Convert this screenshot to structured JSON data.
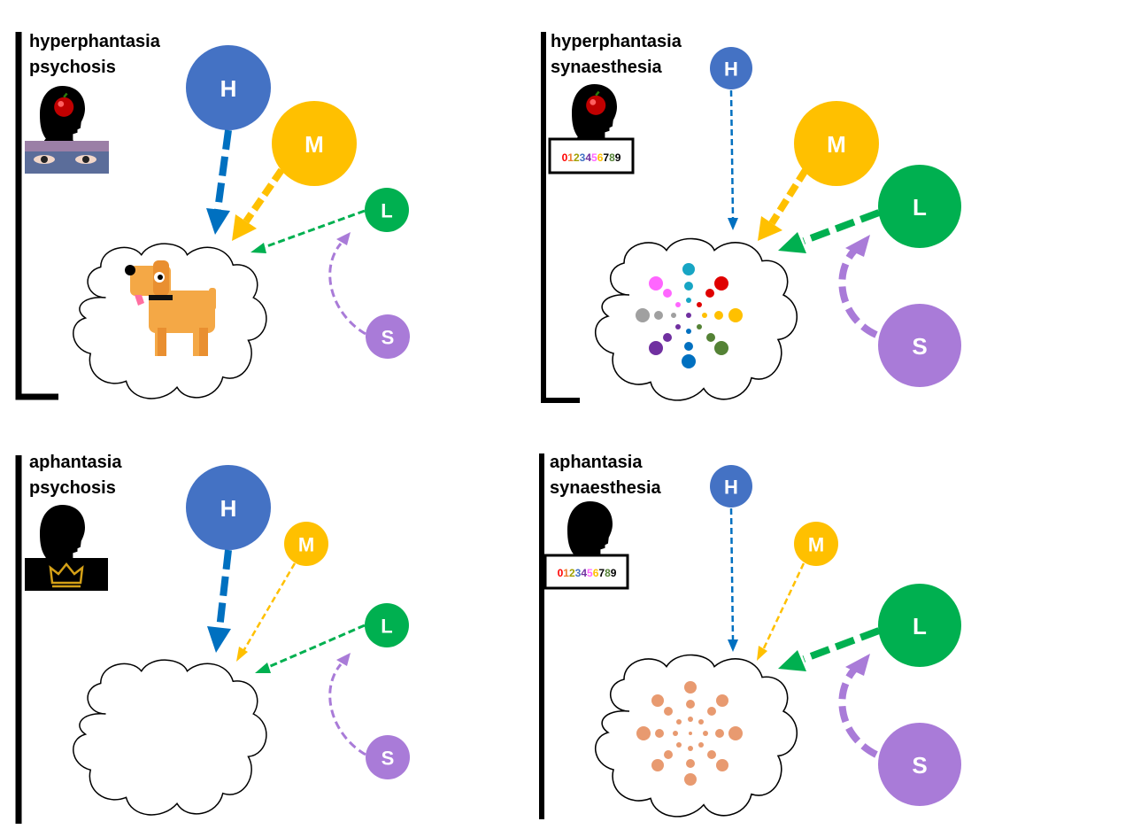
{
  "colors": {
    "H": "#4472c4",
    "M": "#ffc000",
    "L": "#00b050",
    "S": "#a97bd8",
    "arrow_H": "#0070c0",
    "arrow_M": "#ffc000",
    "arrow_L": "#00b050",
    "arrow_S": "#a97bd8",
    "dog": "#f4a846",
    "dot_orange": "#e89a70",
    "frame": "#000000"
  },
  "node_letters": {
    "H": "H",
    "M": "M",
    "L": "L",
    "S": "S"
  },
  "panels": [
    {
      "id": "hyper-psychosis",
      "title_line1": "hyperphantasia",
      "title_line2": "psychosis",
      "cloud_content": "dog",
      "badge": "eyes"
    },
    {
      "id": "hyper-synaesthesia",
      "title_line1": "hyperphantasia",
      "title_line2": "synaesthesia",
      "cloud_content": "colored-dots",
      "badge": "digits",
      "digits": "0123456789"
    },
    {
      "id": "aphantasia-psychosis",
      "title_line1": "aphantasia",
      "title_line2": "psychosis",
      "cloud_content": "empty",
      "badge": "crown"
    },
    {
      "id": "aphantasia-synaesthesia",
      "title_line1": "aphantasia",
      "title_line2": "synaesthesia",
      "cloud_content": "orange-dots",
      "badge": "digits",
      "digits": "0123456789"
    }
  ],
  "digit_colors": [
    "#ff0000",
    "#ed7d31",
    "#a0a000",
    "#4472c4",
    "#7030a0",
    "#ff66ff",
    "#ffc000",
    "#000000",
    "#548235",
    "#000000"
  ]
}
